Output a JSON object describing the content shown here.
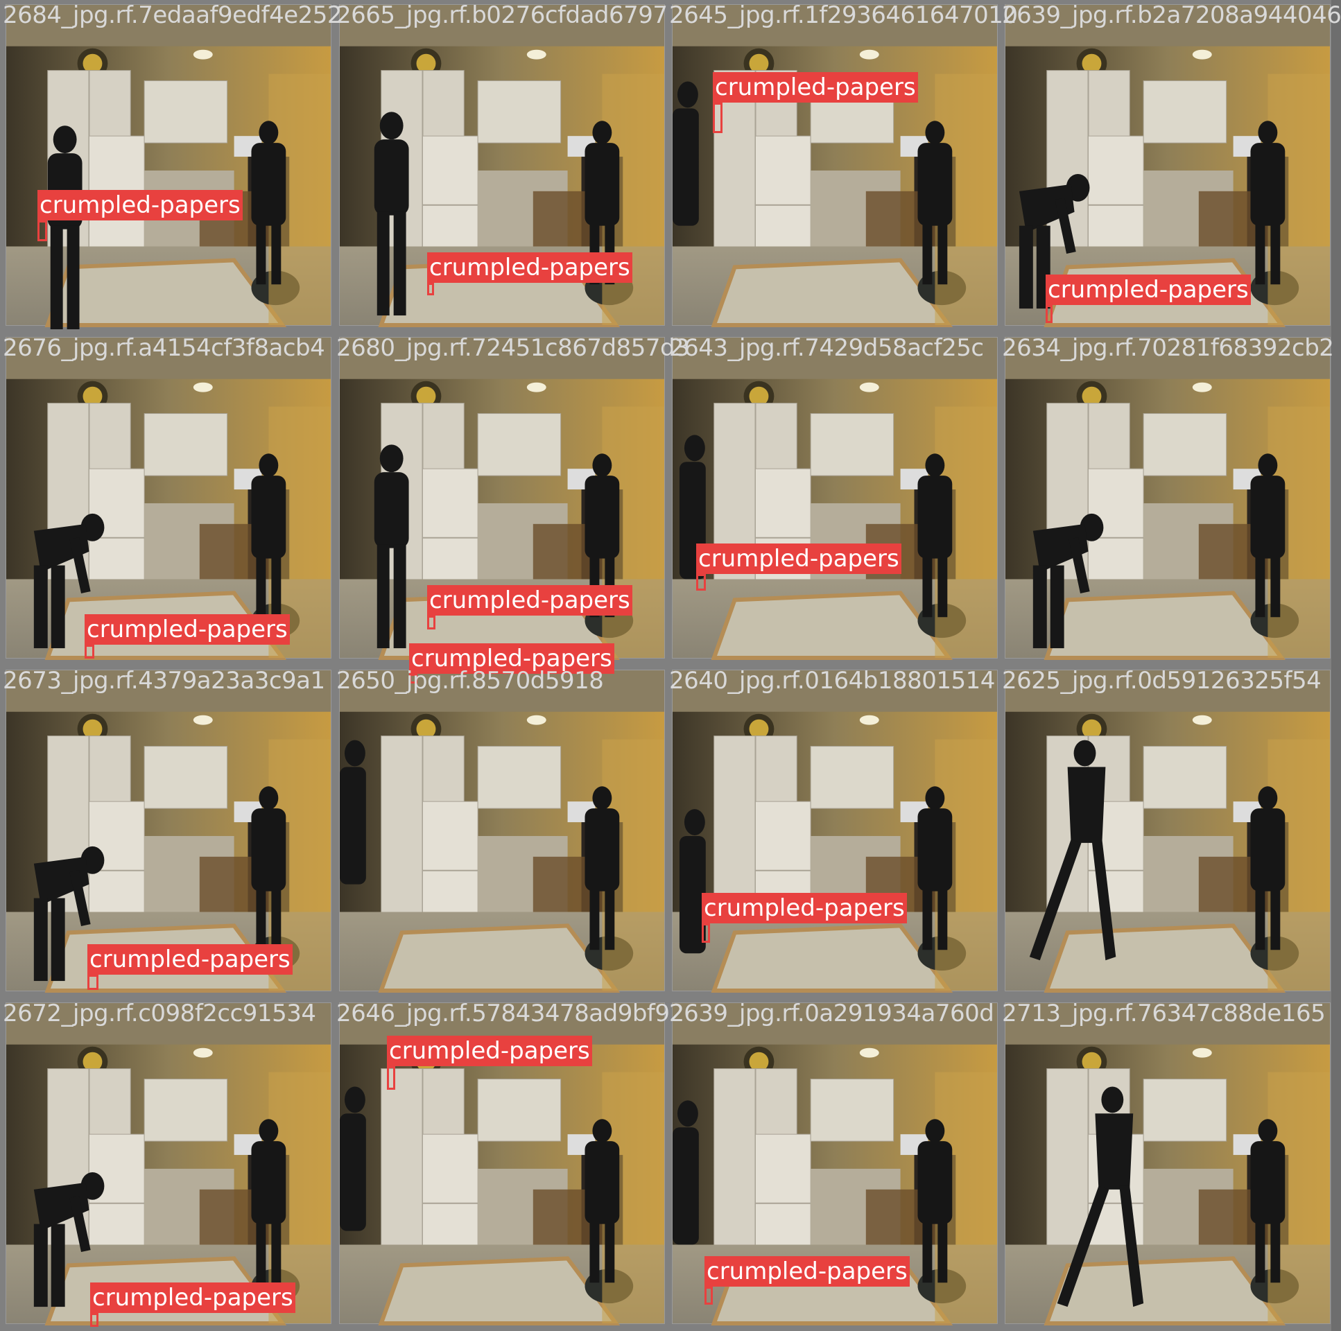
{
  "colors": {
    "box": "#e8413f",
    "label_text": "#ffffff",
    "filename_text": "#d9d9d9"
  },
  "tiles": [
    {
      "filename": "2684_jpg.rf.7edaaf9edf4e252",
      "detections": [
        {
          "label": "crumpled-papers"
        }
      ]
    },
    {
      "filename": "2665_jpg.rf.b0276cfdad6797",
      "detections": [
        {
          "label": "crumpled-papers"
        }
      ]
    },
    {
      "filename": "2645_jpg.rf.1f2936461647010",
      "detections": [
        {
          "label": "crumpled-papers"
        }
      ]
    },
    {
      "filename": "2639_jpg.rf.b2a7208a944046",
      "detections": [
        {
          "label": "crumpled-papers"
        }
      ]
    },
    {
      "filename": "2676_jpg.rf.a4154cf3f8acb4",
      "detections": [
        {
          "label": "crumpled-papers"
        }
      ]
    },
    {
      "filename": "2680_jpg.rf.72451c867d857d3",
      "detections": [
        {
          "label": "crumpled-papers"
        },
        {
          "label": "crumpled-papers"
        }
      ]
    },
    {
      "filename": "2643_jpg.rf.7429d58acf25c",
      "detections": [
        {
          "label": "crumpled-papers"
        }
      ]
    },
    {
      "filename": "2634_jpg.rf.70281f68392cb2",
      "detections": []
    },
    {
      "filename": "2673_jpg.rf.4379a23a3c9a1",
      "detections": [
        {
          "label": "crumpled-papers"
        }
      ]
    },
    {
      "filename": "2650_jpg.rf.8570d5918",
      "detections": []
    },
    {
      "filename": "2640_jpg.rf.0164b18801514",
      "detections": [
        {
          "label": "crumpled-papers"
        }
      ]
    },
    {
      "filename": "2625_jpg.rf.0d59126325f54",
      "detections": []
    },
    {
      "filename": "2672_jpg.rf.c098f2cc91534",
      "detections": [
        {
          "label": "crumpled-papers"
        }
      ]
    },
    {
      "filename": "2646_jpg.rf.57843478ad9bf92",
      "detections": [
        {
          "label": "crumpled-papers"
        }
      ]
    },
    {
      "filename": "2639_jpg.rf.0a291934a760d",
      "detections": [
        {
          "label": "crumpled-papers"
        }
      ]
    },
    {
      "filename": "2713_jpg.rf.76347c88de165",
      "detections": []
    }
  ]
}
